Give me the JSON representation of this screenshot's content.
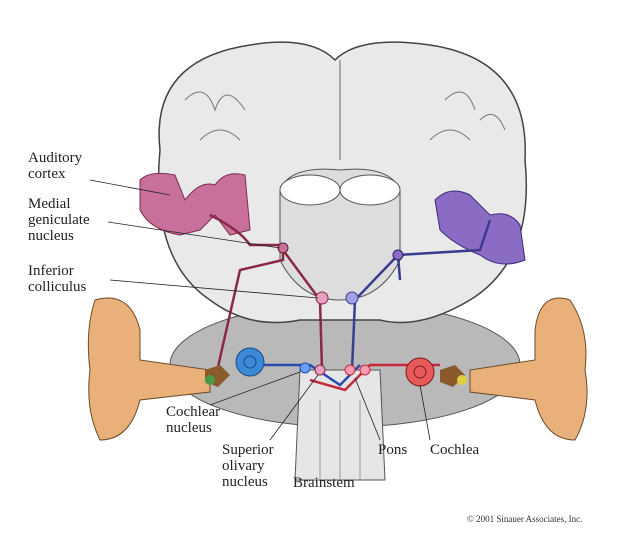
{
  "labels": {
    "auditory_cortex": [
      "Auditory",
      "cortex"
    ],
    "medial_geniculate": [
      "Medial",
      "geniculate",
      "nucleus"
    ],
    "inferior_colliculus": [
      "Inferior",
      "colliculus"
    ],
    "cochlear_nucleus": [
      "Cochlear",
      "nucleus"
    ],
    "superior_olivary": [
      "Superior",
      "olivary",
      "nucleus"
    ],
    "brainstem": "Brainstem",
    "pons": "Pons",
    "cochlea": "Cochlea"
  },
  "copyright": "© 2001 Sinauer Associates, Inc.",
  "colors": {
    "left_pathway": "#8a2846",
    "right_pathway": "#3a3d8f",
    "left_cortex": "#c8709a",
    "right_cortex": "#8a6cc4",
    "ear": "#e9b07a",
    "left_cochlea": "#3a8ad8",
    "right_cochlea": "#e85a5a",
    "brain": "#e9e9e9"
  }
}
